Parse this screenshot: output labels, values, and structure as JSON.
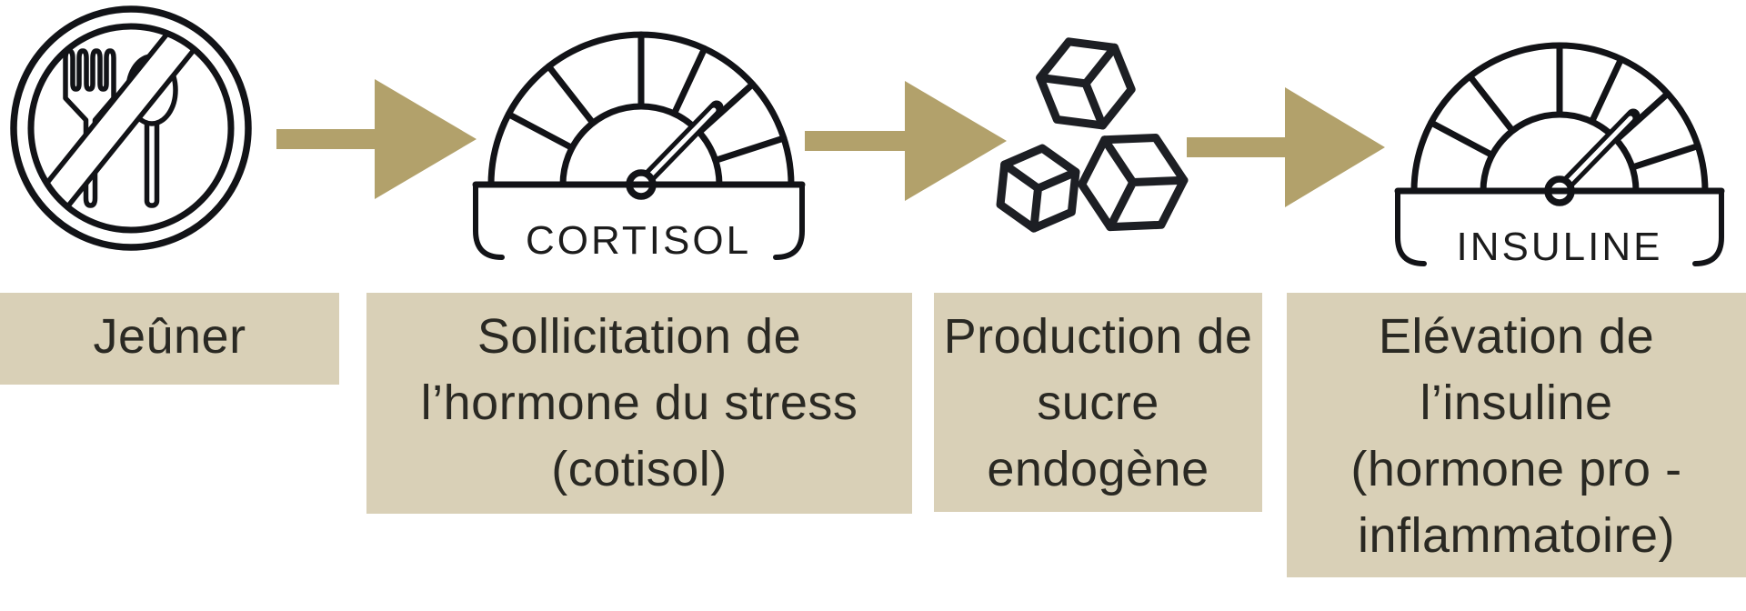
{
  "steps": [
    {
      "id": "fasting",
      "icon": "no-food-icon",
      "caption_lines": [
        "Jeûner"
      ]
    },
    {
      "id": "cortisol",
      "icon": "speedometer-gauge-icon",
      "gauge_label": "CORTISOL",
      "caption_lines": [
        "Sollicitation de",
        "l’hormone du stress",
        "(cotisol)"
      ]
    },
    {
      "id": "sugar",
      "icon": "sugar-cubes-icon",
      "caption_lines": [
        "Production de",
        "sucre",
        "endogène"
      ]
    },
    {
      "id": "insulin",
      "icon": "speedometer-gauge-icon",
      "gauge_label": "INSULINE",
      "caption_lines": [
        "Elévation de",
        "l’insuline",
        "(hormone pro -",
        "inflammatoire)"
      ]
    }
  ],
  "icons": {
    "no_food": "no-food-icon",
    "gauge": "speedometer-gauge-icon",
    "sugar": "sugar-cubes-icon",
    "connector": "arrow-right-icon"
  },
  "colors": {
    "arrow": "#b2a16b",
    "panel": "#d9d0b7",
    "ink": "#121317",
    "text": "#2a2923"
  }
}
